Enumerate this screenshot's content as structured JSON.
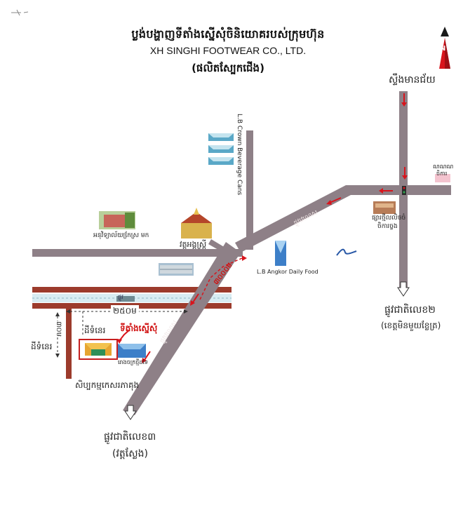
{
  "header": {
    "title_khmer": "ប្លង់បង្ហាញទីតាំងស្នើសុំចិនិយោគរបស់ក្រុមហ៊ុន",
    "title_english": "XH SINGHI FOOTWEAR CO., LTD.",
    "subtitle_khmer": "(ផលិតស្បែកជើង)"
  },
  "labels": {
    "top_right_place": "ស្ទឹងមានជ័យ",
    "right_road": "ផ្លូវជាតិលេខ២",
    "right_road_sub": "(ខេត្តមិនមួយខ្លែត្រ)",
    "bottom_road": "ផ្លូវជាតិលេខ៣",
    "bottom_road_sub": "(វត្តស្លែង)",
    "crown_beverage": "L.B Crown Beverage Cans",
    "angkor_daily": "L.B Angkor Daily Food",
    "market": "ផ្សារថ្មីលលិចចំ",
    "market2": "ចិការច្ចង",
    "temple": "វត្តអង្គស្រ្តី",
    "school": "អនុវិទ្យាល័យកែ្រស្រ  មក",
    "right_mini1": "ណណណ",
    "right_mini2": "ចិការ",
    "site_location": "ទីតាំងស្នើសុំ",
    "site_label": "ដីទំនេរ",
    "vacant_left": "ដីទំនេរ",
    "factory_label": "សិប្បកម្មកេសរភាគុង",
    "neighbor_label": "រោងចក្រថ្មីដទៃ",
    "dist_horizontal": "២៥០ម",
    "dist_vertical": "៣០ម",
    "dist_red": "៣០០០ម",
    "road_label_diag": "ផ្លូវវេណេស",
    "road_label_diag2": "ផ្លូវវេណេស",
    "road_label_top": "ផ្លូវវេណេស",
    "canal": "ផ្លូវ",
    "north": "N"
  },
  "colors": {
    "road": "#8e8087",
    "brown_road": "#9c3b2c",
    "water": "#d8ecf2",
    "arrow_red": "#d8141c",
    "factory_blue": "#3d7fc8"
  }
}
